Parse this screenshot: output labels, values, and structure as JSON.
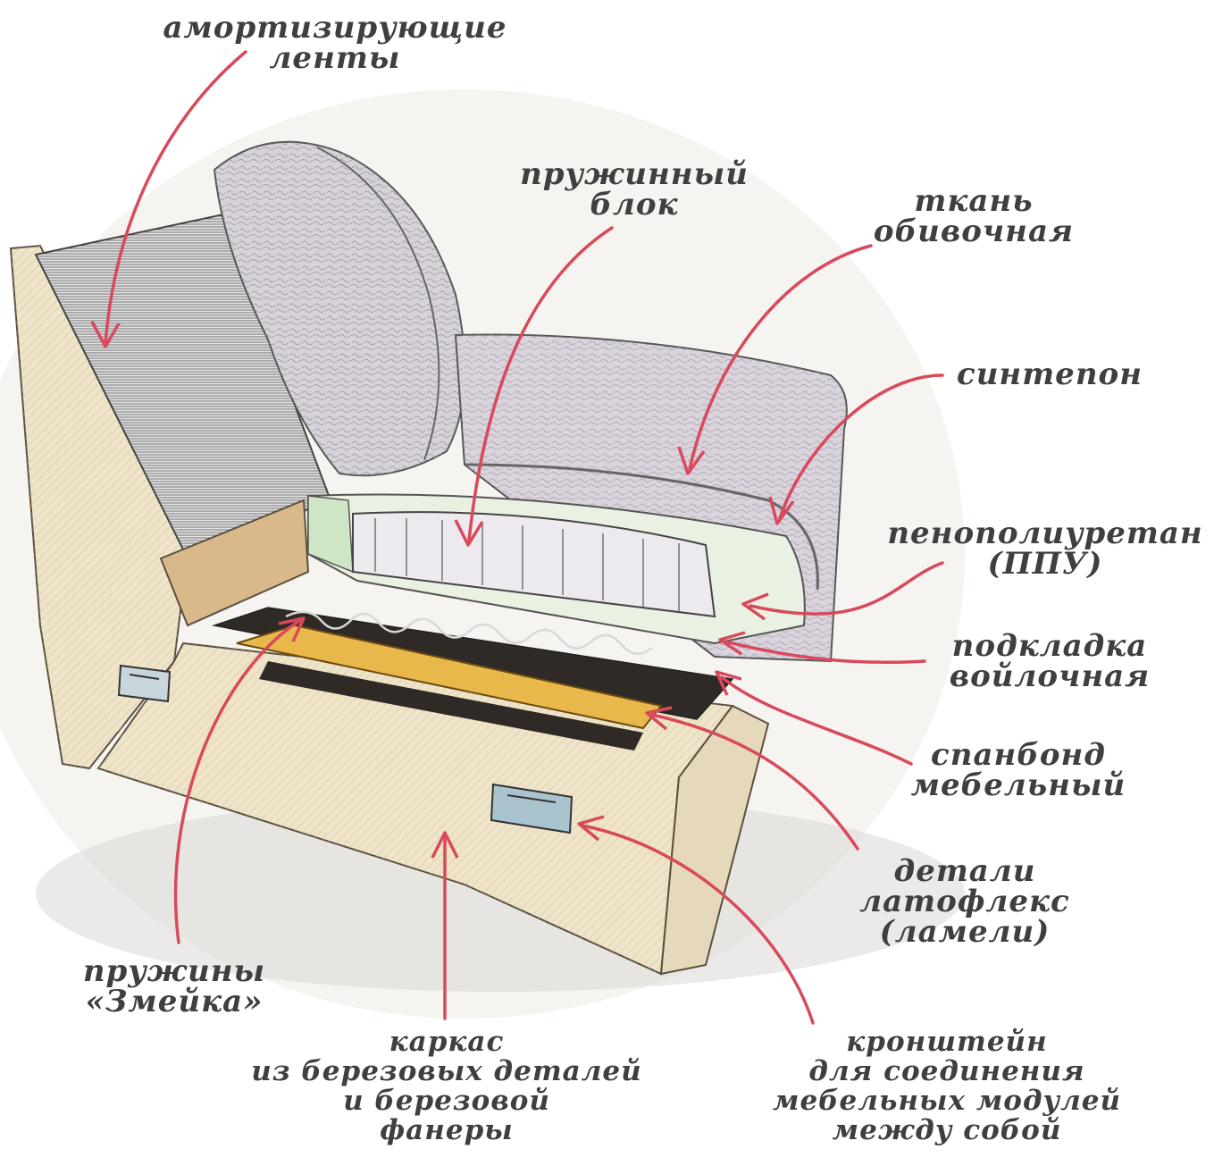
{
  "colors": {
    "arrow": "#d9495c",
    "label_text": "#3f3f3f",
    "frame_wood": "#efe3c8",
    "slat_wood": "#e8b94a",
    "upholstery": "#d9d3dc",
    "foam": "#cfe6c6"
  },
  "labels": {
    "shock_straps": [
      "амортизирующие",
      "ленты"
    ],
    "spring_block": [
      "пружинный",
      "блок"
    ],
    "upholstery_fabric": [
      "ткань",
      "обивочная"
    ],
    "sintepon": [
      "синтепон"
    ],
    "ppu_foam": [
      "пенополиуретан",
      "(ППУ)"
    ],
    "felt_pad": [
      "подкладка",
      "войлочная"
    ],
    "spunbond": [
      "спанбонд",
      "мебельный"
    ],
    "lattoflex": [
      "детали",
      "латофлекс",
      "(ламели)"
    ],
    "snake_springs": [
      "пружины",
      "«Змейка»"
    ],
    "frame": [
      "каркас",
      "из березовых деталей",
      "и березовой",
      "фанеры"
    ],
    "bracket": [
      "кронштейн",
      "для соединения",
      "мебельных модулей",
      "между собой"
    ]
  }
}
